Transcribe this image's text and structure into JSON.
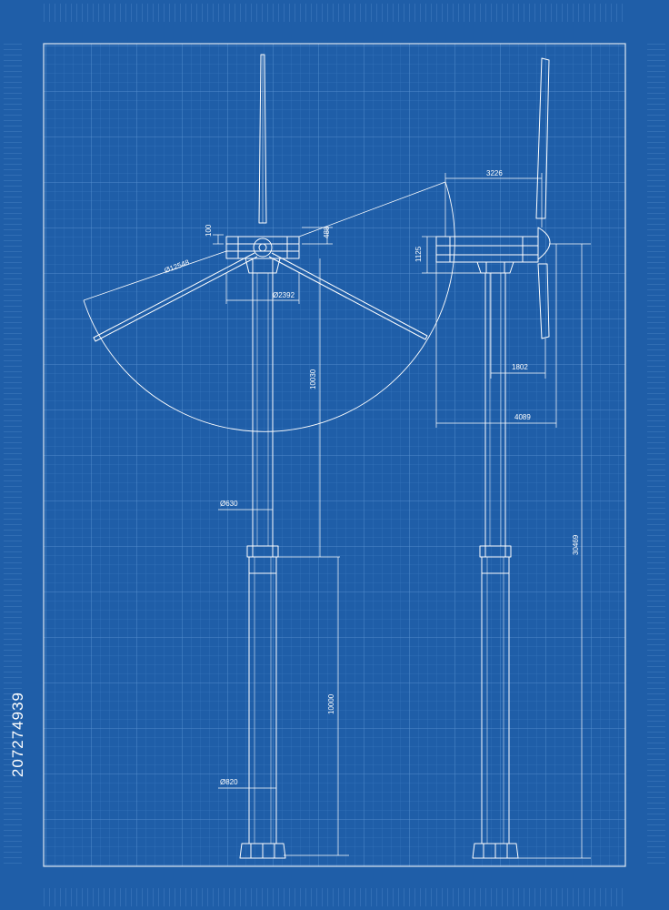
{
  "colors": {
    "paper": "#1f5ea8",
    "frame": "#2a6cb8",
    "grid_minor": "#3f7dc4",
    "grid_major": "#5a93d2",
    "ink": "#ffffff"
  },
  "dimensions": {
    "rotor_diameter": "Ø12548",
    "hub_offset": "100",
    "nacelle_height_front": "488",
    "hub_diameter": "Ø2392",
    "upper_tower_height": "10030",
    "upper_tower_diameter": "Ø630",
    "lower_tower_diameter": "Ø820",
    "lower_tower_height": "10000",
    "nacelle_length_top": "3226",
    "nacelle_height_side": "1125",
    "blade_offset": "1802",
    "nacelle_overall_length": "4089",
    "total_height": "30469"
  },
  "stock_id": "207274939"
}
